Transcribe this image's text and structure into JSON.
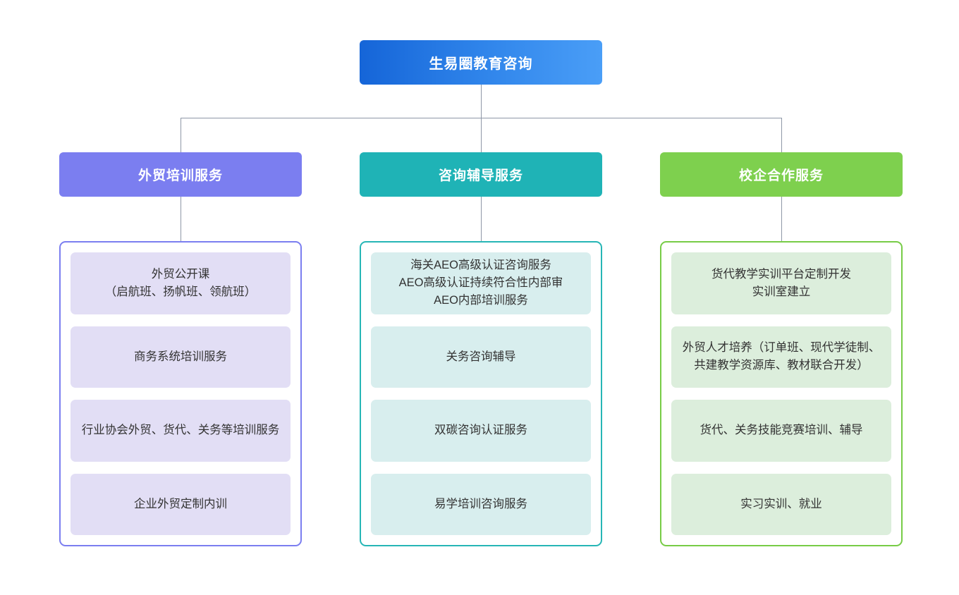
{
  "colors": {
    "root_gradient_start": "#1565d8",
    "root_gradient_end": "#4a9ef7",
    "training_accent": "#7b7ef0",
    "consulting_accent": "#1fb3b6",
    "cooperation_accent": "#7ed04e",
    "training_card_bg": "#e2def5",
    "consulting_card_bg": "#d8eeee",
    "cooperation_card_bg": "#dceedc",
    "connector_line": "#8e97a6",
    "card_text": "#333333"
  },
  "root": {
    "label": "生易圈教育咨询"
  },
  "columns": [
    {
      "header": "外贸培训服务",
      "items": [
        "外贸公开课\n（启航班、扬帆班、领航班）",
        "商务系统培训服务",
        "行业协会外贸、货代、关务等培训服务",
        "企业外贸定制内训"
      ]
    },
    {
      "header": "咨询辅导服务",
      "items": [
        "海关AEO高级认证咨询服务\nAEO高级认证持续符合性内部审\nAEO内部培训服务",
        "关务咨询辅导",
        "双碳咨询认证服务",
        "易学培训咨询服务"
      ]
    },
    {
      "header": "校企合作服务",
      "items": [
        "货代教学实训平台定制开发\n实训室建立",
        "外贸人才培养（订单班、现代学徒制、共建教学资源库、教材联合开发）",
        "货代、关务技能竞赛培训、辅导",
        "实习实训、就业"
      ]
    }
  ]
}
